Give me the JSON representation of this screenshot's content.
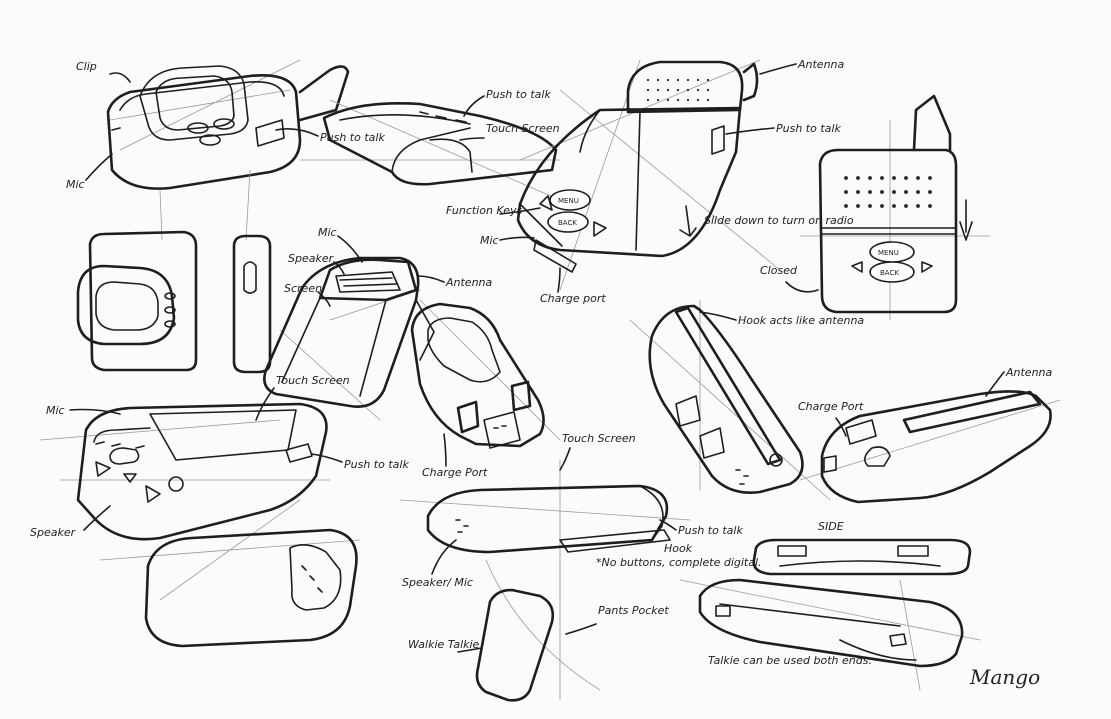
{
  "labels": {
    "clip": "Clip",
    "mic_top": "Mic",
    "push_to_talk_1": "Push to talk",
    "push_to_talk_2": "Push to talk",
    "touch_screen_1": "Touch Screen",
    "antenna_1": "Antenna",
    "push_to_talk_3": "Push to talk",
    "function_keys": "Function Keys",
    "mic_2": "Mic",
    "charge_port_1": "Charge port",
    "slide_down": "Slide down to turn on radio",
    "closed": "Closed",
    "mic_3": "Mic",
    "speaker_1": "Speaker",
    "screen": "Screen",
    "antenna_2": "Antenna",
    "hook_acts": "Hook acts like antenna",
    "mic_4": "Mic",
    "touch_screen_2": "Touch Screen",
    "push_to_talk_4": "Push to talk",
    "charge_port_2": "Charge Port",
    "speaker_2": "Speaker",
    "charge_port_3": "Charge Port",
    "antenna_3": "Antenna",
    "touch_screen_3": "Touch Screen",
    "push_to_talk_5": "Push to talk",
    "hook": "Hook",
    "no_buttons": "*No buttons, complete digital.",
    "side": "SIDE",
    "speaker_mic": "Speaker/ Mic",
    "walkie_talkie": "Walkie Talkie",
    "pants_pocket": "Pants Pocket",
    "talkie_both_ends": "Talkie can be used both ends.",
    "signature": "Mango",
    "key_menu": "MENU",
    "key_back": "BACK"
  }
}
